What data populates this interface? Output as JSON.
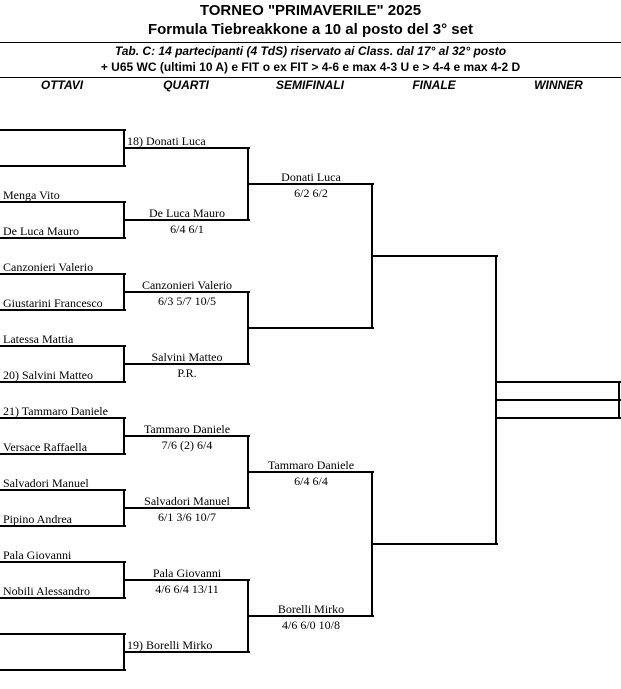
{
  "title": "TORNEO  \"PRIMAVERILE\"  2025",
  "subtitle": "Formula Tiebreakkone a 10 al posto del 3° set",
  "info_line_1": "Tab. C: 14 partecipanti (4 TdS) riservato ai Class. dal 17° al 32° posto",
  "info_line_2": "+ U65 WC (ultimi 10 A) e FIT o ex FIT > 4-6 e max 4-3 U e > 4-4 e max 4-2 D",
  "columns": {
    "ottavi": "OTTAVI",
    "quarti": "QUARTI",
    "semifinali": "SEMIFINALI",
    "finale": "FINALE",
    "winner": "WINNER"
  },
  "ottavi": [
    "",
    "",
    "Menga Vito",
    "De Luca Mauro",
    "Canzonieri Valerio",
    "Giustarini Francesco",
    "Latessa Mattia",
    "20) Salvini Matteo",
    "21) Tammaro Daniele",
    "Versace Raffaella",
    "Salvadori Manuel",
    "Pipino Andrea",
    "Pala Giovanni",
    "Nobili Alessandro",
    "",
    ""
  ],
  "quarti": [
    {
      "name": "18) Donati Luca",
      "score": ""
    },
    {
      "name": "De Luca Mauro",
      "score": "6/4  6/1"
    },
    {
      "name": "Canzonieri Valerio",
      "score": "6/3  5/7  10/5"
    },
    {
      "name": "Salvini Matteo",
      "score": "P.R."
    },
    {
      "name": "Tammaro Daniele",
      "score": "7/6 (2)  6/4"
    },
    {
      "name": "Salvadori Manuel",
      "score": "6/1  3/6  10/7"
    },
    {
      "name": "Pala Giovanni",
      "score": "4/6  6/4  13/11"
    },
    {
      "name": "19) Borelli Mirko",
      "score": ""
    }
  ],
  "semifinali": [
    {
      "name": "Donati Luca",
      "score": "6/2  6/2"
    },
    {
      "name": "",
      "score": ""
    },
    {
      "name": "Tammaro Daniele",
      "score": "6/4  6/4"
    },
    {
      "name": "Borelli Mirko",
      "score": "4/6  6/0  10/8"
    }
  ],
  "finale": [
    {
      "name": "",
      "score": ""
    },
    {
      "name": "",
      "score": ""
    }
  ],
  "winner": {
    "name": "",
    "score": ""
  }
}
